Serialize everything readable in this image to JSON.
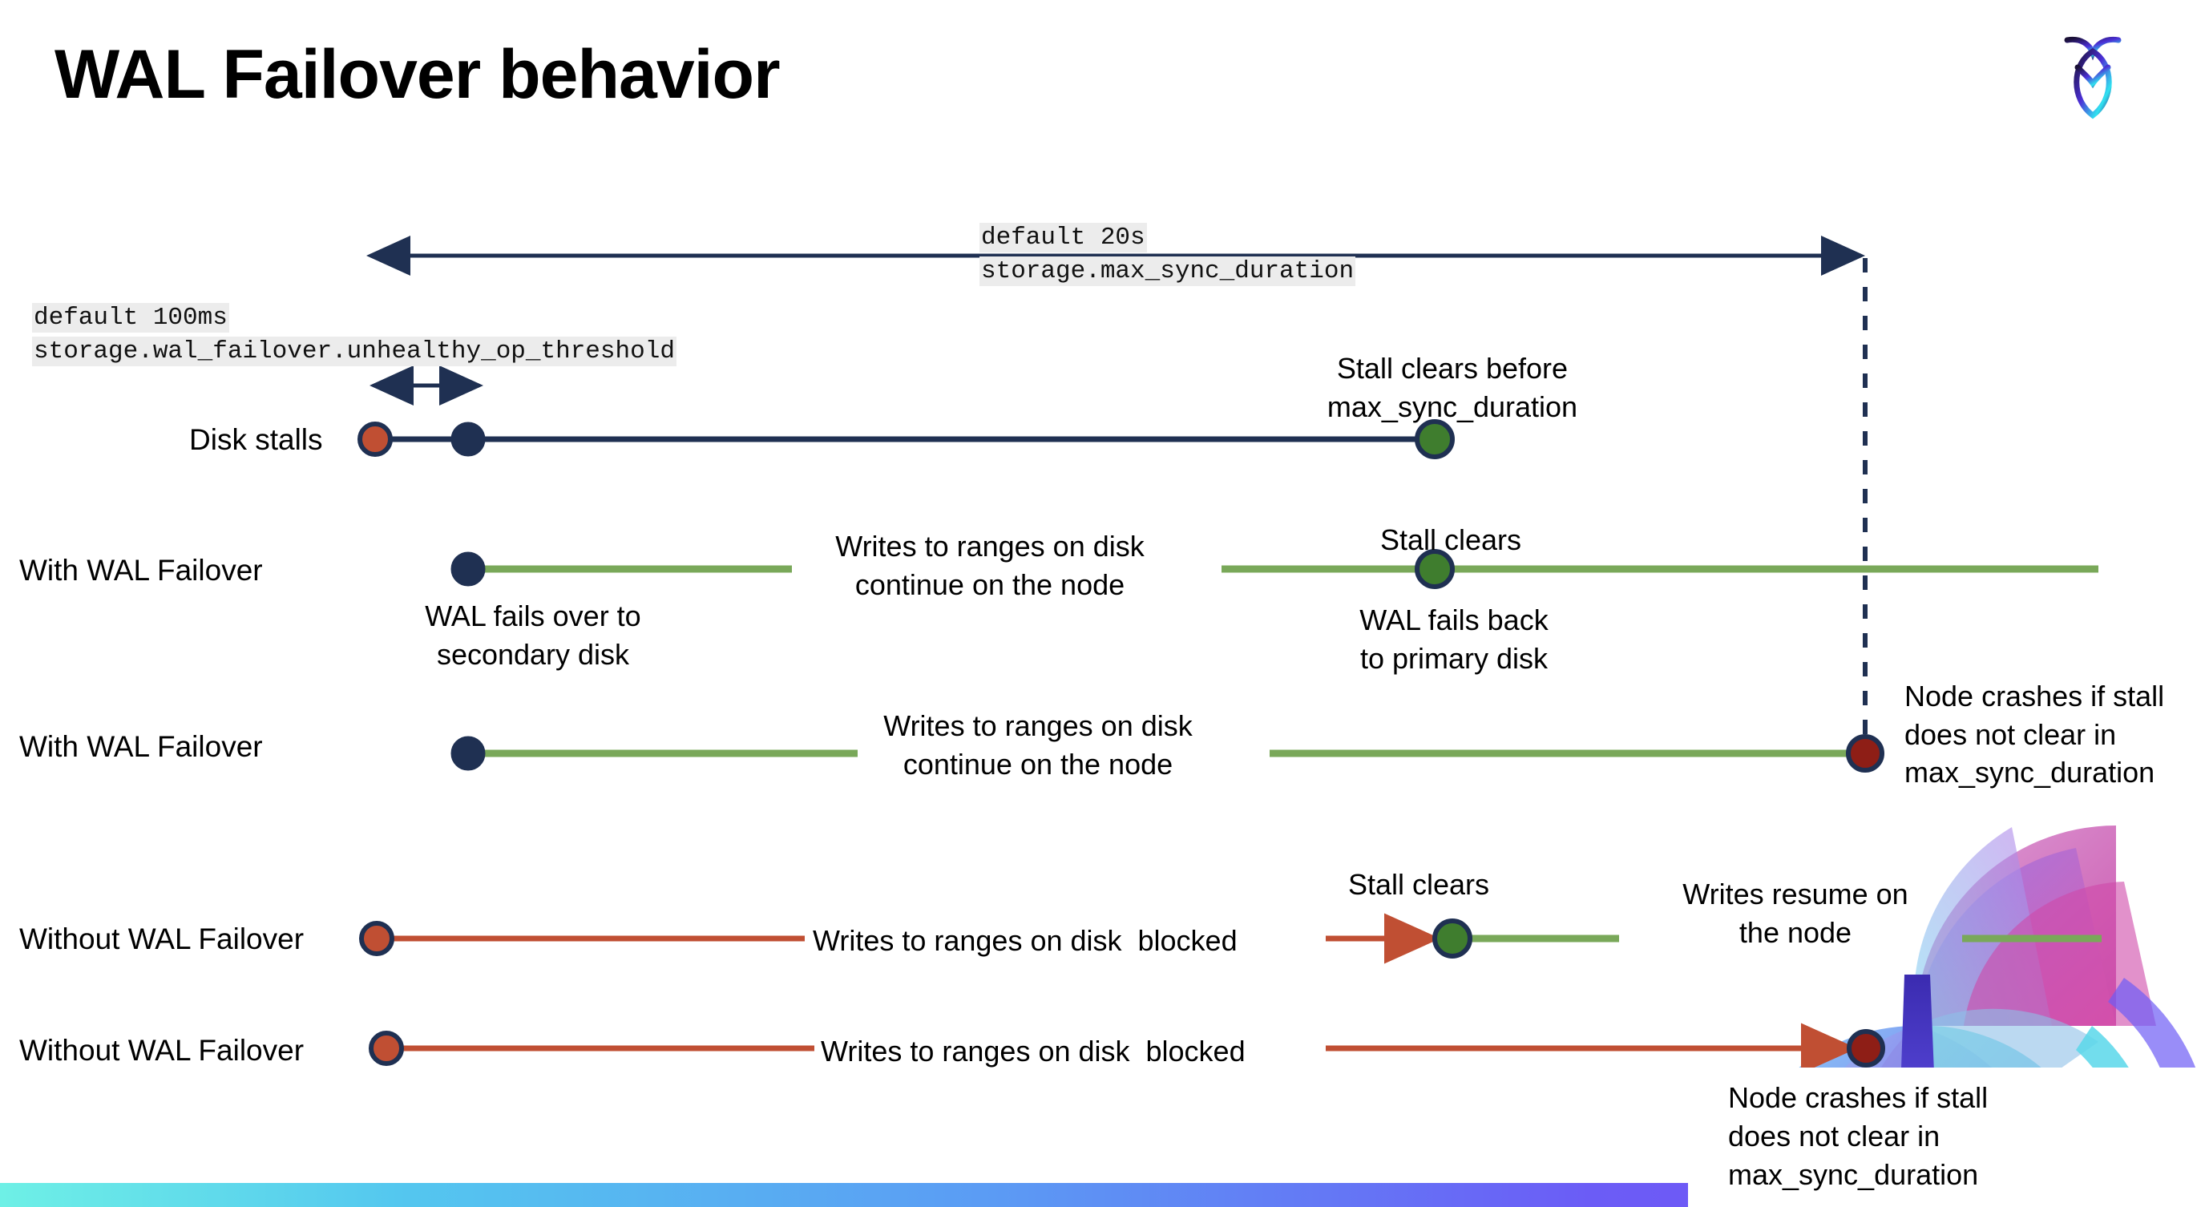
{
  "slide": {
    "title": "WAL Failover behavior",
    "logo_icon": "cockroachdb-logo-icon",
    "background_color": "#ffffff",
    "bottom_bar_gradient": [
      "#6ef0e6",
      "#54c7ef",
      "#5b9bf4",
      "#6b5cf6",
      "#7b4ff7"
    ]
  },
  "colors": {
    "navy": "#1f3052",
    "orange": "#c04f33",
    "green_line": "#79a859",
    "green_dot": "#3f7d2e",
    "dark_red_dot": "#8e1e16",
    "code_bg": "#ececec"
  },
  "settings": {
    "max_sync_duration": {
      "default_label": "default 20s",
      "setting_name": "storage.max_sync_duration"
    },
    "unhealthy_op_threshold": {
      "default_label": "default 100ms",
      "setting_name": "storage.wal_failover.unhealthy_op_threshold"
    }
  },
  "rows": [
    {
      "id": "disk-stalls",
      "label": "Disk stalls",
      "annotation": "Stall clears before\nmax_sync_duration"
    },
    {
      "id": "with-wal-failover-1",
      "label": "With WAL Failover",
      "note_left": "WAL fails over to\nsecondary disk",
      "note_mid": "Writes to ranges on disk\ncontinue on the node",
      "note_stall": "Stall clears",
      "note_right": "WAL fails  back\nto primary disk"
    },
    {
      "id": "with-wal-failover-2",
      "label": "With WAL Failover",
      "note_mid": "Writes to ranges on disk\ncontinue on the node",
      "note_right": "Node crashes if stall\ndoes not clear in\nmax_sync_duration"
    },
    {
      "id": "without-wal-failover-1",
      "label": "Without WAL Failover",
      "note_mid": "Writes to ranges on disk  blocked",
      "note_stall": "Stall clears",
      "note_right": "Writes resume on\nthe node"
    },
    {
      "id": "without-wal-failover-2",
      "label": "Without WAL Failover",
      "note_mid": "Writes to ranges on disk  blocked",
      "note_callout": "Node crashes if stall\ndoes not clear in\nmax_sync_duration"
    }
  ]
}
